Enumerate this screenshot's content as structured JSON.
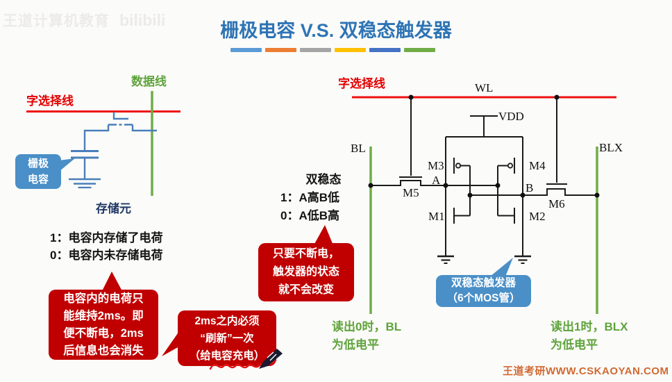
{
  "watermark_top": {
    "brand": "王道计算机教育",
    "platform": "bilibili"
  },
  "header": {
    "title": "栅极电容 V.S. 双稳态触发器",
    "underline_colors": [
      "#5B9BD5",
      "#ED7D31",
      "#A5A5A5",
      "#FFC000",
      "#4472C4",
      "#70AD47"
    ]
  },
  "dram": {
    "data_line_label": "数据线",
    "word_line_label": "字选择线",
    "cell_label": "存储元",
    "gate_cap_callout": {
      "line1": "栅极",
      "line2": "电容"
    },
    "states": {
      "line1": "1：电容内存储了电荷",
      "line2": "0：电容内未存储电荷"
    },
    "discharge_callout": {
      "line1": "电容内的电荷只",
      "line2": "能维持2ms。即",
      "line3": "便不断电，2ms",
      "line4": "后信息也会消失"
    },
    "refresh_callout": {
      "line1": "2ms之内必须",
      "line2": "“刷新”一次",
      "line3": "（给电容充电）"
    }
  },
  "sram": {
    "word_line_label": "字选择线",
    "wl_label": "WL",
    "vdd_label": "VDD",
    "bl_label": "BL",
    "blx_label": "BLX",
    "node_a": "A",
    "node_b": "B",
    "m1": "M1",
    "m2": "M2",
    "m3": "M3",
    "m4": "M4",
    "m5": "M5",
    "m6": "M6",
    "bistable": {
      "line1": "双稳态",
      "line2": "1：A高B低",
      "line3": "0：A低B高"
    },
    "keep_callout": {
      "line1": "只要不断电，",
      "line2": "触发器的状态",
      "line3": "就不会改变"
    },
    "flipflop_callout": {
      "line1": "双稳态触发器",
      "line2": "（6个MOS管）"
    },
    "read0": {
      "line1": "读出0时，BL",
      "line2": "为低电平"
    },
    "read1": {
      "line1": "读出1时，BLX",
      "line2": "为低电平"
    }
  },
  "watermark_bottom": "王道考研WWW.CSKAOYAN.COM",
  "colors": {
    "title_blue": "#2E74B5",
    "line_red": "#EE1111",
    "line_green": "#6FAD47",
    "circuit_blue": "#4A7EBB",
    "callout_red": "#C00000",
    "callout_blue": "#4A8FC7",
    "ink_black": "#1A1A1A"
  }
}
